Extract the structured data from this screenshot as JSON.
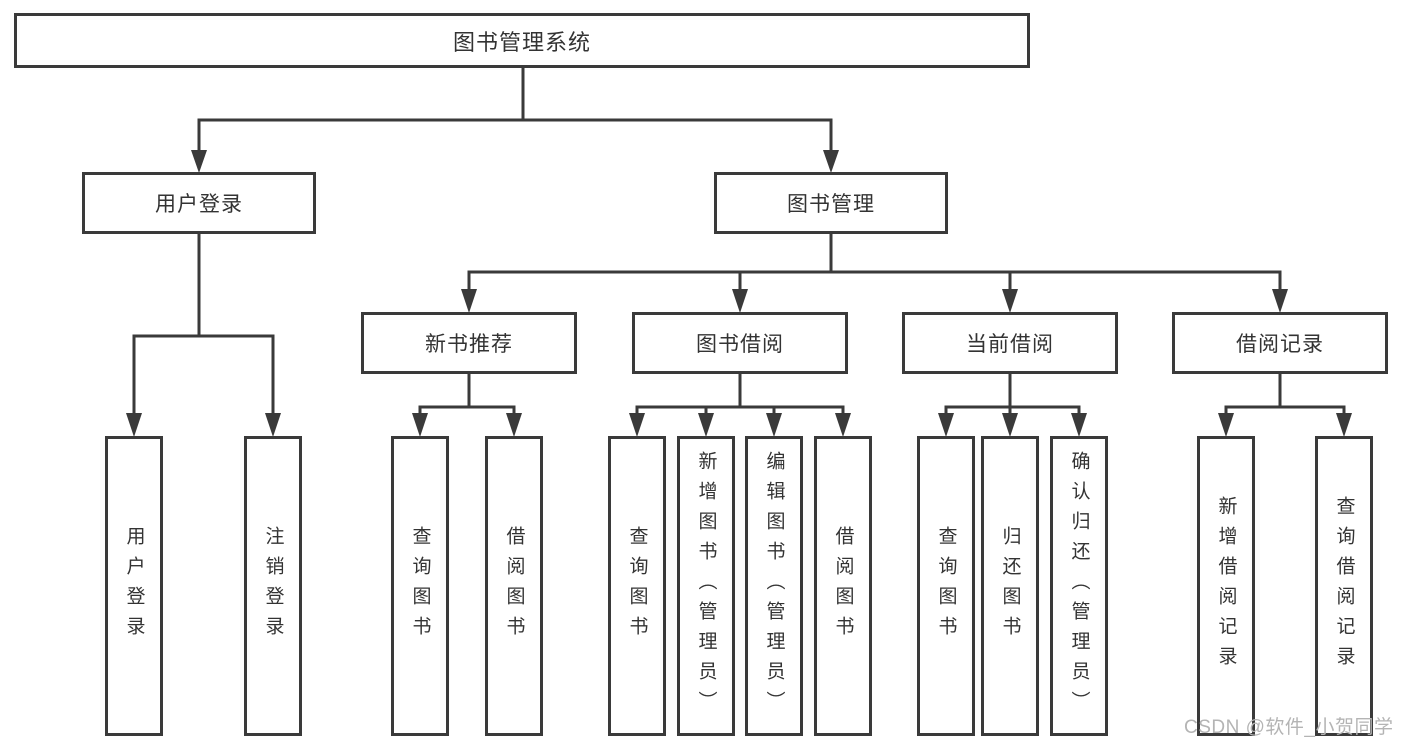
{
  "diagram": {
    "root": {
      "label": "图书管理系统"
    },
    "branches": [
      {
        "label": "用户登录",
        "children": [
          {
            "label": "用户登录"
          },
          {
            "label": "注销登录"
          }
        ]
      },
      {
        "label": "图书管理",
        "groups": [
          {
            "label": "新书推荐",
            "children": [
              {
                "label": "查询图书"
              },
              {
                "label": "借阅图书"
              }
            ]
          },
          {
            "label": "图书借阅",
            "children": [
              {
                "label": "查询图书"
              },
              {
                "label": "新增图书（管理员）"
              },
              {
                "label": "编辑图书（管理员）"
              },
              {
                "label": "借阅图书"
              }
            ]
          },
          {
            "label": "当前借阅",
            "children": [
              {
                "label": "查询图书"
              },
              {
                "label": "归还图书"
              },
              {
                "label": "确认归还（管理员）"
              }
            ]
          },
          {
            "label": "借阅记录",
            "children": [
              {
                "label": "新增借阅记录"
              },
              {
                "label": "查询借阅记录"
              }
            ]
          }
        ]
      }
    ]
  },
  "watermark": {
    "text": "CSDN @软件_小贺同学"
  },
  "colors": {
    "line": "#3a3a3a",
    "box_border": "#3a3a3a",
    "box_fill": "#ffffff",
    "text": "#333333",
    "watermark": "#b4b4b4",
    "background": "#ffffff"
  }
}
